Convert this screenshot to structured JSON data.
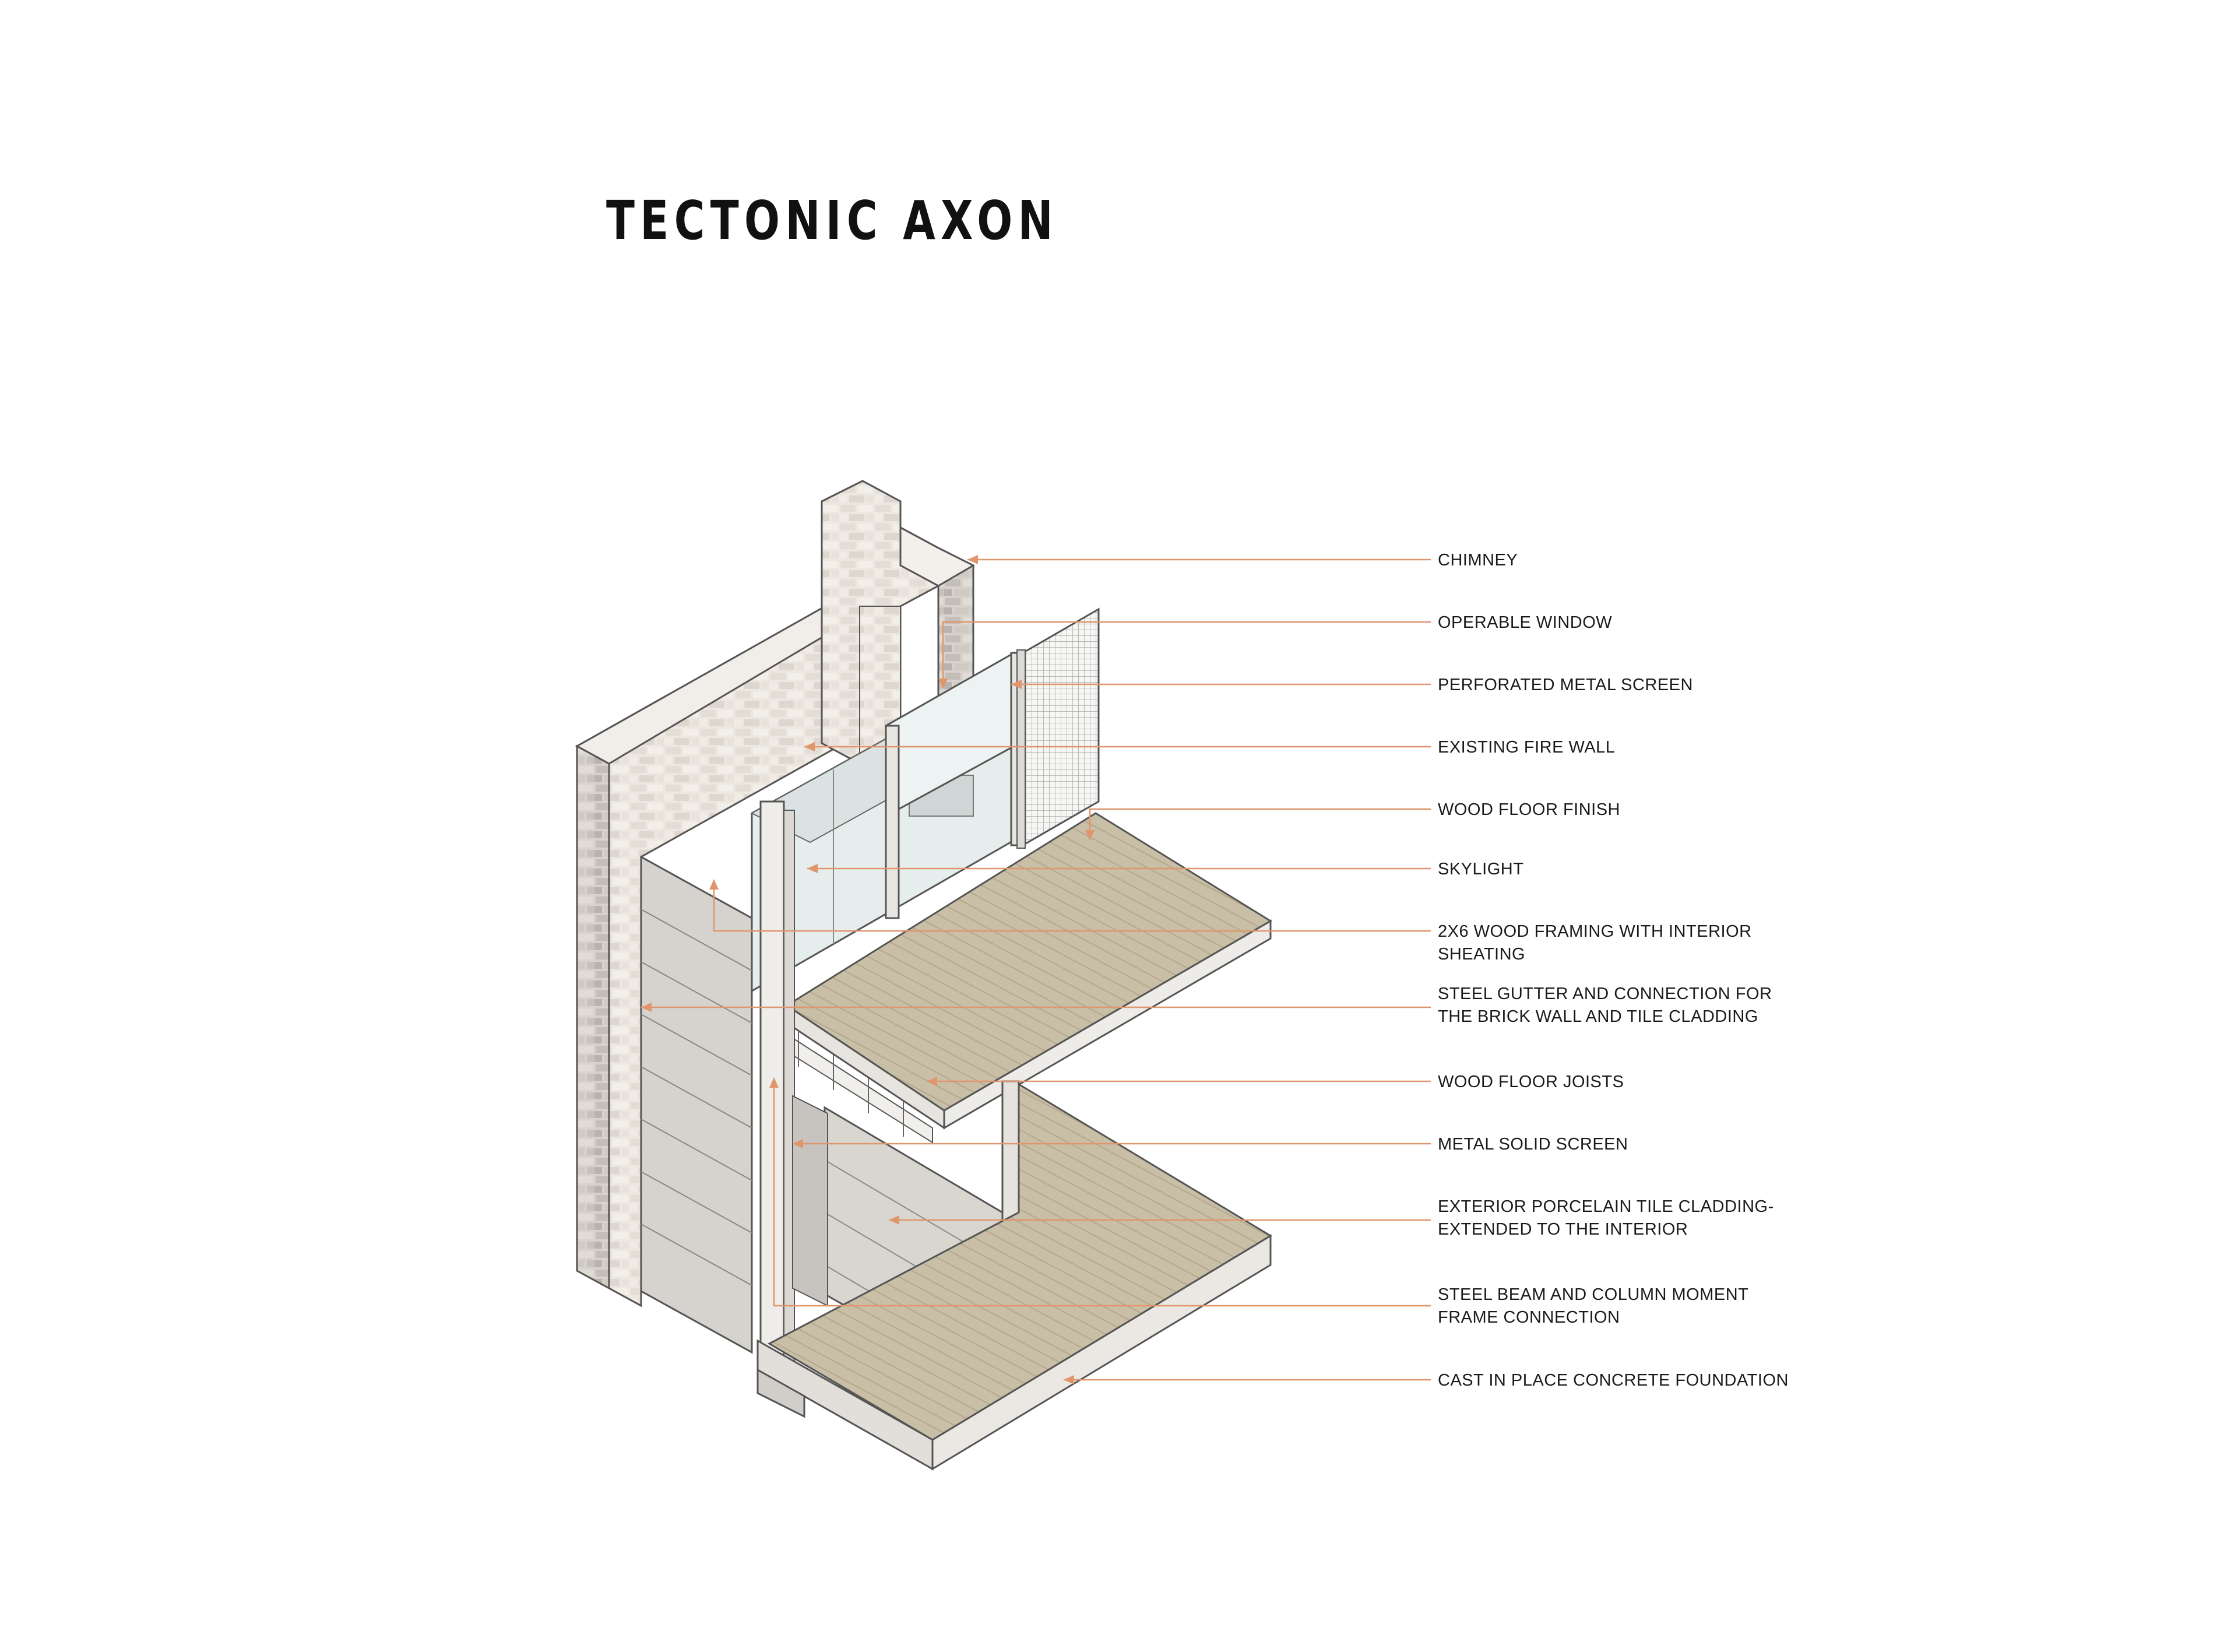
{
  "title": "TECTONIC AXON",
  "colors": {
    "leader": "#e0956c",
    "brick": "#ece7e0",
    "brick_dark": "#c9c3bd",
    "tile": "#d9d6d0",
    "wood": "#c7bda4",
    "glass": "#dfe8e8",
    "steel": "#ebe9e6",
    "concrete": "#d1ceca",
    "line": "#4a4a4a"
  },
  "labels": [
    {
      "id": "chimney",
      "text": "CHIMNEY"
    },
    {
      "id": "operable-window",
      "text": "OPERABLE WINDOW"
    },
    {
      "id": "perforated-metal-screen",
      "text": "PERFORATED METAL SCREEN"
    },
    {
      "id": "existing-fire-wall",
      "text": "EXISTING FIRE WALL"
    },
    {
      "id": "wood-floor-finish",
      "text": "WOOD FLOOR FINISH"
    },
    {
      "id": "skylight",
      "text": "SKYLIGHT"
    },
    {
      "id": "wood-framing",
      "text": "2X6 WOOD FRAMING WITH INTERIOR SHEATING"
    },
    {
      "id": "steel-gutter",
      "text": "STEEL GUTTER AND CONNECTION FOR THE BRICK WALL AND TILE CLADDING"
    },
    {
      "id": "wood-floor-joists",
      "text": "WOOD FLOOR JOISTS"
    },
    {
      "id": "metal-solid-screen",
      "text": "METAL SOLID SCREEN"
    },
    {
      "id": "porcelain-tile",
      "text": "EXTERIOR PORCELAIN TILE CLADDING- EXTENDED TO THE INTERIOR"
    },
    {
      "id": "steel-beam-column",
      "text": "STEEL BEAM AND COLUMN MOMENT FRAME CONNECTION"
    },
    {
      "id": "concrete-foundation",
      "text": "CAST IN PLACE CONCRETE FOUNDATION"
    }
  ]
}
